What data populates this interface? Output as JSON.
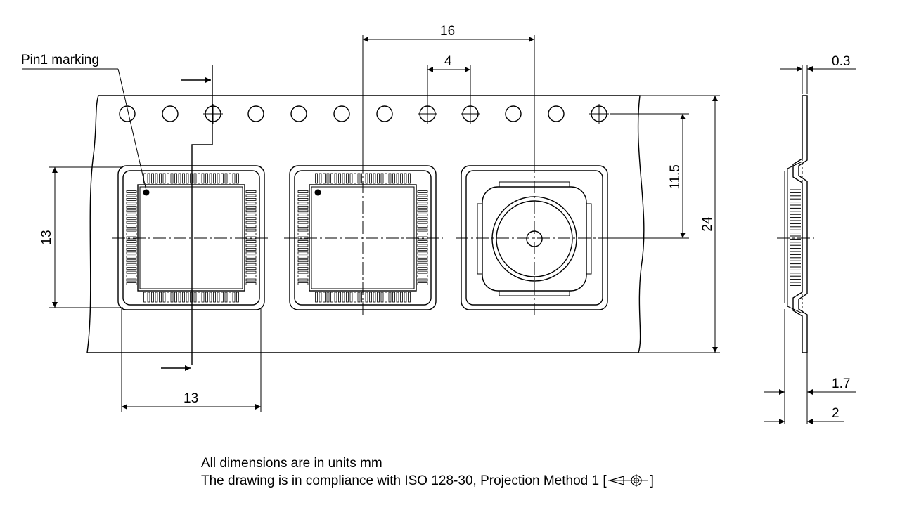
{
  "labels": {
    "pin1": "Pin1 marking",
    "pitch_pocket": "16",
    "pitch_hole": "4",
    "offset": "11.5",
    "tape_width": "24",
    "pocket_height": "13",
    "pocket_width": "13",
    "thickness": "0.3",
    "cavity_depth": "1.7",
    "total_height": "2"
  },
  "notes": {
    "line1": "All dimensions are in units mm",
    "line2": "The drawing is in compliance with ISO 128-30, Projection Method 1 ["
  },
  "symbols": {
    "projection": "first-angle-projection-icon"
  },
  "colors": {
    "line": "#000000",
    "background": "#ffffff"
  }
}
